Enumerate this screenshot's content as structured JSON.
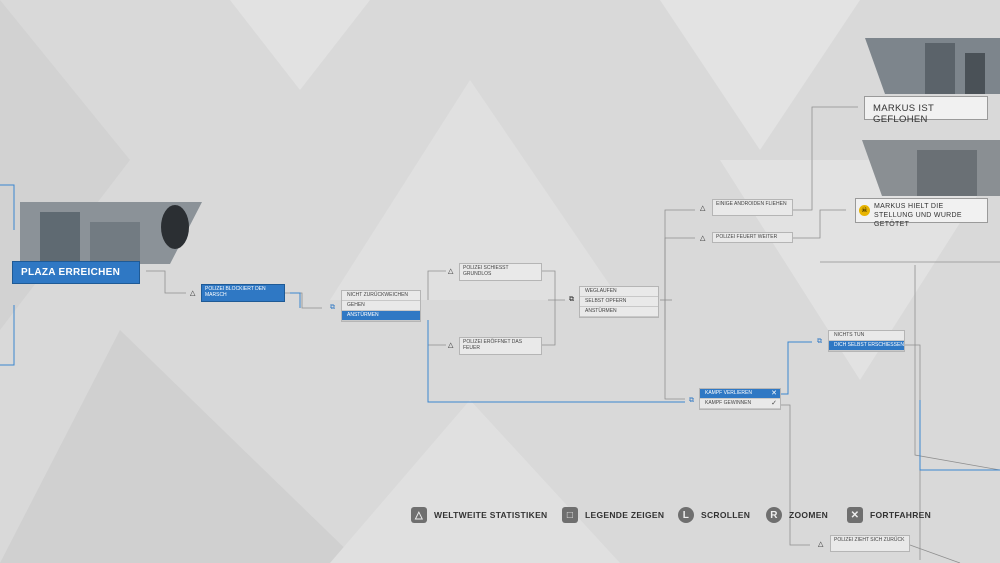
{
  "start_node": {
    "label": "PLAZA ERREICHEN"
  },
  "events": {
    "polizei_blockiert": "POLIZEI BLOCKIERT DEN MARSCH",
    "polizei_schiesst": "POLIZEI SCHIESST GRUNDLOS",
    "polizei_eroeffnet": "POLIZEI ERÖFFNET DAS FEUER",
    "einige_androiden": "EINIGE ANDROIDEN FLIEHEN",
    "polizei_feuert": "POLIZEI FEUERT WEITER",
    "polizei_zieht": "POLIZEI ZIEHT SICH ZURÜCK"
  },
  "choices_1": [
    "NICHT ZURÜCKWEICHEN",
    "GEHEN",
    "ANSTÜRMEN"
  ],
  "choices_2": [
    "WEGLAUFEN",
    "SELBST OPFERN",
    "ANSTÜRMEN"
  ],
  "choices_3": [
    "KAMPF VERLIEREN",
    "KAMPF GEWINNEN"
  ],
  "choices_4": [
    "NICHTS TUN",
    "DICH SELBST ERSCHIESSEN"
  ],
  "outcomes": {
    "geflohen": "MARKUS IST GEFLOHEN",
    "getoetet": "MARKUS HIELT DIE STELLUNG UND WURDE GETÖTET"
  },
  "footer": [
    {
      "icon": "△",
      "label": "WELTWEITE STATISTIKEN"
    },
    {
      "icon": "□",
      "label": "LEGENDE ZEIGEN"
    },
    {
      "icon": "L",
      "label": "SCROLLEN"
    },
    {
      "icon": "R",
      "label": "ZOOMEN"
    },
    {
      "icon": "✕",
      "label": "FORTFAHREN"
    }
  ],
  "colors": {
    "accent": "#2f78c4",
    "background": "#d9d9d9",
    "node": "#e9e9e9"
  }
}
